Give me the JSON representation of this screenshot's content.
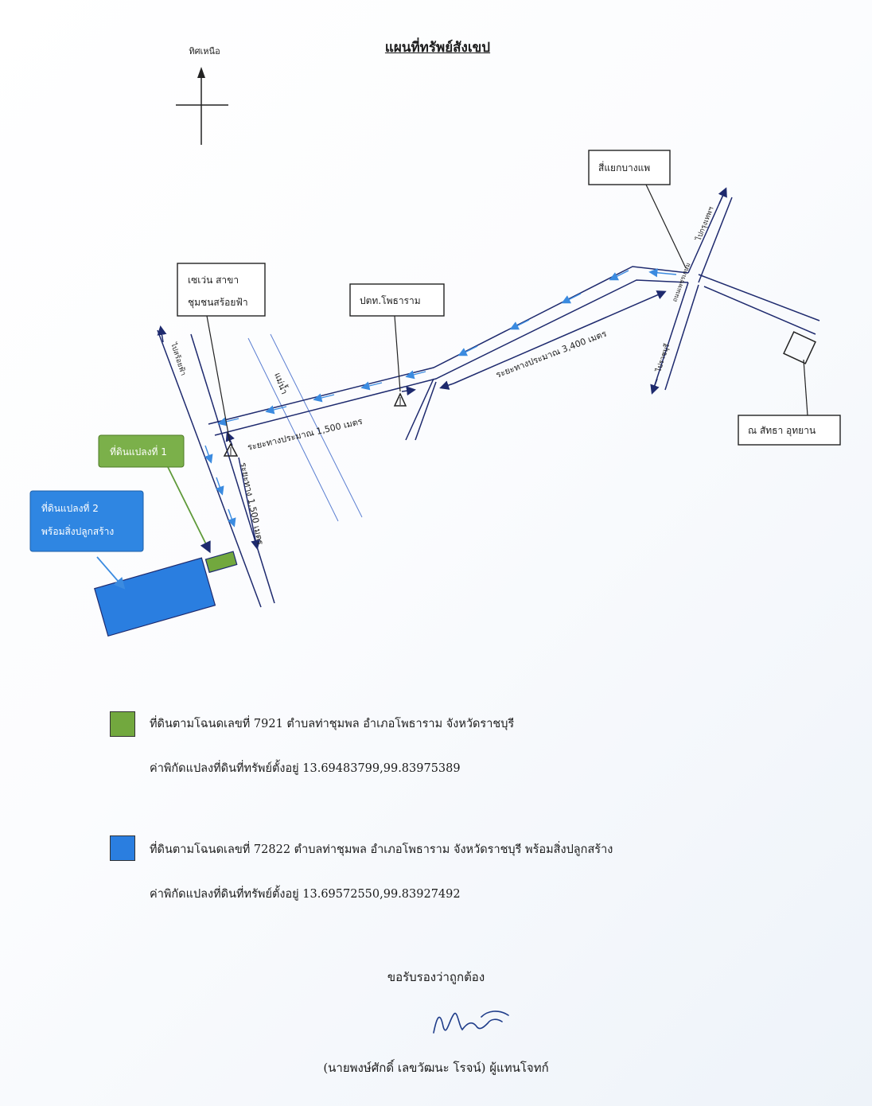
{
  "title": "แผนที่ทรัพย์สังเขป",
  "north_label": "ทิศเหนือ",
  "callouts": {
    "sewin": [
      "เซเว่น สาขา",
      "ชุมชนสร้อยฟ้า"
    ],
    "ptt": "ปตท.โพธาราม",
    "intersection": "สี่แยกบางแพ",
    "nasattha": "ณ สัทธา อุทยาน"
  },
  "map_labels": {
    "river": "แม่น้ำ",
    "dist_1500_h": "ระยะทางประมาณ 1,500 เมตร",
    "dist_1500_v": "ระยะทาง 1,500 เมตร",
    "dist_3400": "ระยะทางประมาณ 3,400 เมตร",
    "road_left": "ไปสร้อยฟ้า",
    "road_ne": "ไปกรุงเทพฯ",
    "road_s": "ไปราชบุรี",
    "road_bp": "ถนนเพชรเกษม"
  },
  "plots": {
    "plot1_label": "ที่ดินแปลงที่ 1",
    "plot2_label": [
      "ที่ดินแปลงที่ 2",
      "พร้อมสิ่งปลูกสร้าง"
    ]
  },
  "legend": [
    {
      "color": "#72a83e",
      "text": "ที่ดินตามโฉนดเลขที่ 7921 ตำบลท่าชุมพล อำเภอโพธาราม จังหวัดราชบุรี",
      "coord": "ค่าพิกัดแปลงที่ดินที่ทรัพย์ตั้งอยู่  13.69483799,99.83975389"
    },
    {
      "color": "#2a7ee0",
      "text": "ที่ดินตามโฉนดเลขที่ 72822 ตำบลท่าชุมพล อำเภอโพธาราม จังหวัดราชบุรี พร้อมสิ่งปลูกสร้าง",
      "coord": "ค่าพิกัดแปลงที่ดินที่ทรัพย์ตั้งอยู่  13.69572550,99.83927492"
    }
  ],
  "certify": "ขอรับรองว่าถูกต้อง",
  "signatory": "(นายพงษ์ศักดิ์ เลขวัฒนะ โรจน์) ผู้แทนโจทก์",
  "colors": {
    "road": "#1e2a6e",
    "arrow": "#3b8be0",
    "river": "#5b7fd1"
  }
}
